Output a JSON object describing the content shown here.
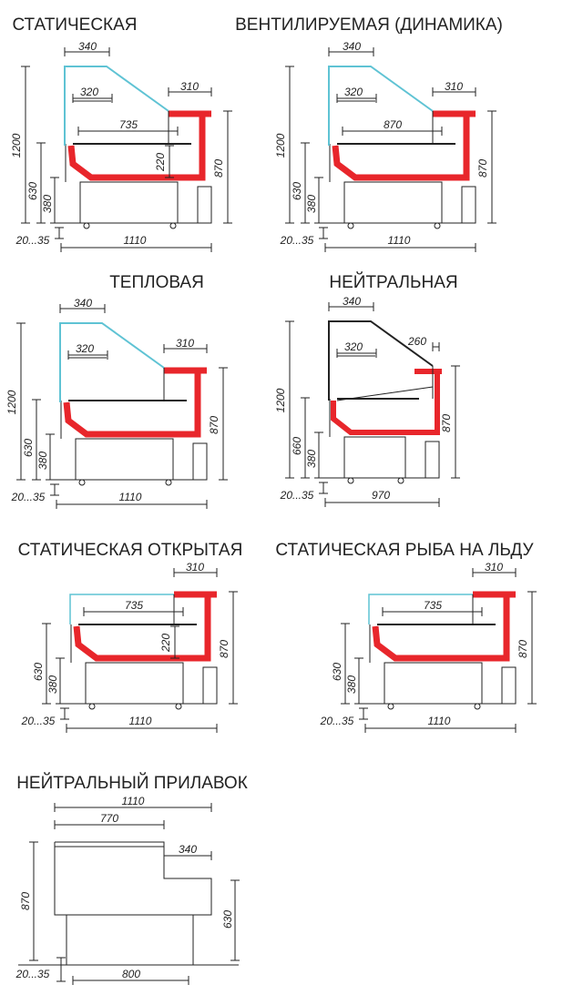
{
  "colors": {
    "insulation": "#e8262b",
    "glass": "#5fc3d4",
    "line": "#222222"
  },
  "drawings": [
    {
      "id": "static",
      "title": "СТАТИЧЕСКАЯ",
      "type": "canopy",
      "dims": [
        {
          "kind": "top",
          "value": "340"
        },
        {
          "kind": "shelf",
          "value": "320"
        },
        {
          "kind": "counter",
          "value": "310"
        },
        {
          "kind": "inner",
          "value": "735"
        },
        {
          "kind": "depth",
          "value": "220"
        },
        {
          "kind": "height",
          "value": "1200"
        },
        {
          "kind": "front",
          "value": "630"
        },
        {
          "kind": "base",
          "value": "380"
        },
        {
          "kind": "rear",
          "value": "870"
        },
        {
          "kind": "width",
          "value": "1110"
        },
        {
          "kind": "feet",
          "value": "20...35"
        }
      ]
    },
    {
      "id": "ventilated",
      "title": "ВЕНТИЛИРУЕМАЯ (ДИНАМИКА)",
      "type": "canopy",
      "dims": [
        {
          "kind": "top",
          "value": "340"
        },
        {
          "kind": "shelf",
          "value": "320"
        },
        {
          "kind": "counter",
          "value": "310"
        },
        {
          "kind": "inner",
          "value": "870"
        },
        {
          "kind": "height",
          "value": "1200"
        },
        {
          "kind": "front",
          "value": "630"
        },
        {
          "kind": "base",
          "value": "380"
        },
        {
          "kind": "rear",
          "value": "870"
        },
        {
          "kind": "width",
          "value": "1110"
        },
        {
          "kind": "feet",
          "value": "20...35"
        }
      ]
    },
    {
      "id": "heated",
      "title": "ТЕПЛОВАЯ",
      "type": "canopy",
      "dims": [
        {
          "kind": "top",
          "value": "340"
        },
        {
          "kind": "shelf",
          "value": "320"
        },
        {
          "kind": "counter",
          "value": "310"
        },
        {
          "kind": "height",
          "value": "1200"
        },
        {
          "kind": "front",
          "value": "630"
        },
        {
          "kind": "base",
          "value": "380"
        },
        {
          "kind": "rear",
          "value": "870"
        },
        {
          "kind": "width",
          "value": "1110"
        },
        {
          "kind": "feet",
          "value": "20...35"
        }
      ]
    },
    {
      "id": "neutral",
      "title": "НЕЙТРАЛЬНАЯ",
      "type": "neutral",
      "dims": [
        {
          "kind": "top",
          "value": "340"
        },
        {
          "kind": "shelf",
          "value": "320"
        },
        {
          "kind": "counter",
          "value": "260"
        },
        {
          "kind": "height",
          "value": "1200"
        },
        {
          "kind": "front",
          "value": "660"
        },
        {
          "kind": "base",
          "value": "380"
        },
        {
          "kind": "rear",
          "value": "870"
        },
        {
          "kind": "width",
          "value": "970"
        },
        {
          "kind": "feet",
          "value": "20...35"
        }
      ]
    },
    {
      "id": "open",
      "title": "СТАТИЧЕСКАЯ ОТКРЫТАЯ",
      "type": "open",
      "dims": [
        {
          "kind": "counter",
          "value": "310"
        },
        {
          "kind": "inner",
          "value": "735"
        },
        {
          "kind": "depth",
          "value": "220"
        },
        {
          "kind": "front",
          "value": "630"
        },
        {
          "kind": "base",
          "value": "380"
        },
        {
          "kind": "rear",
          "value": "870"
        },
        {
          "kind": "width",
          "value": "1110"
        },
        {
          "kind": "feet",
          "value": "20...35"
        }
      ]
    },
    {
      "id": "fish",
      "title": "СТАТИЧЕСКАЯ РЫБА НА ЛЬДУ",
      "type": "fish",
      "dims": [
        {
          "kind": "counter",
          "value": "310"
        },
        {
          "kind": "inner",
          "value": "735"
        },
        {
          "kind": "front",
          "value": "630"
        },
        {
          "kind": "base",
          "value": "380"
        },
        {
          "kind": "rear",
          "value": "870"
        },
        {
          "kind": "width",
          "value": "1110"
        },
        {
          "kind": "feet",
          "value": "20...35"
        }
      ]
    }
  ],
  "counter": {
    "title": "НЕЙТРАЛЬНЫЙ ПРИЛАВОК",
    "dims": [
      {
        "kind": "width",
        "value": "1110"
      },
      {
        "kind": "top",
        "value": "770"
      },
      {
        "kind": "step",
        "value": "340"
      },
      {
        "kind": "height",
        "value": "870"
      },
      {
        "kind": "rear",
        "value": "630"
      },
      {
        "kind": "legs",
        "value": "800"
      },
      {
        "kind": "feet",
        "value": "20...35"
      }
    ]
  }
}
